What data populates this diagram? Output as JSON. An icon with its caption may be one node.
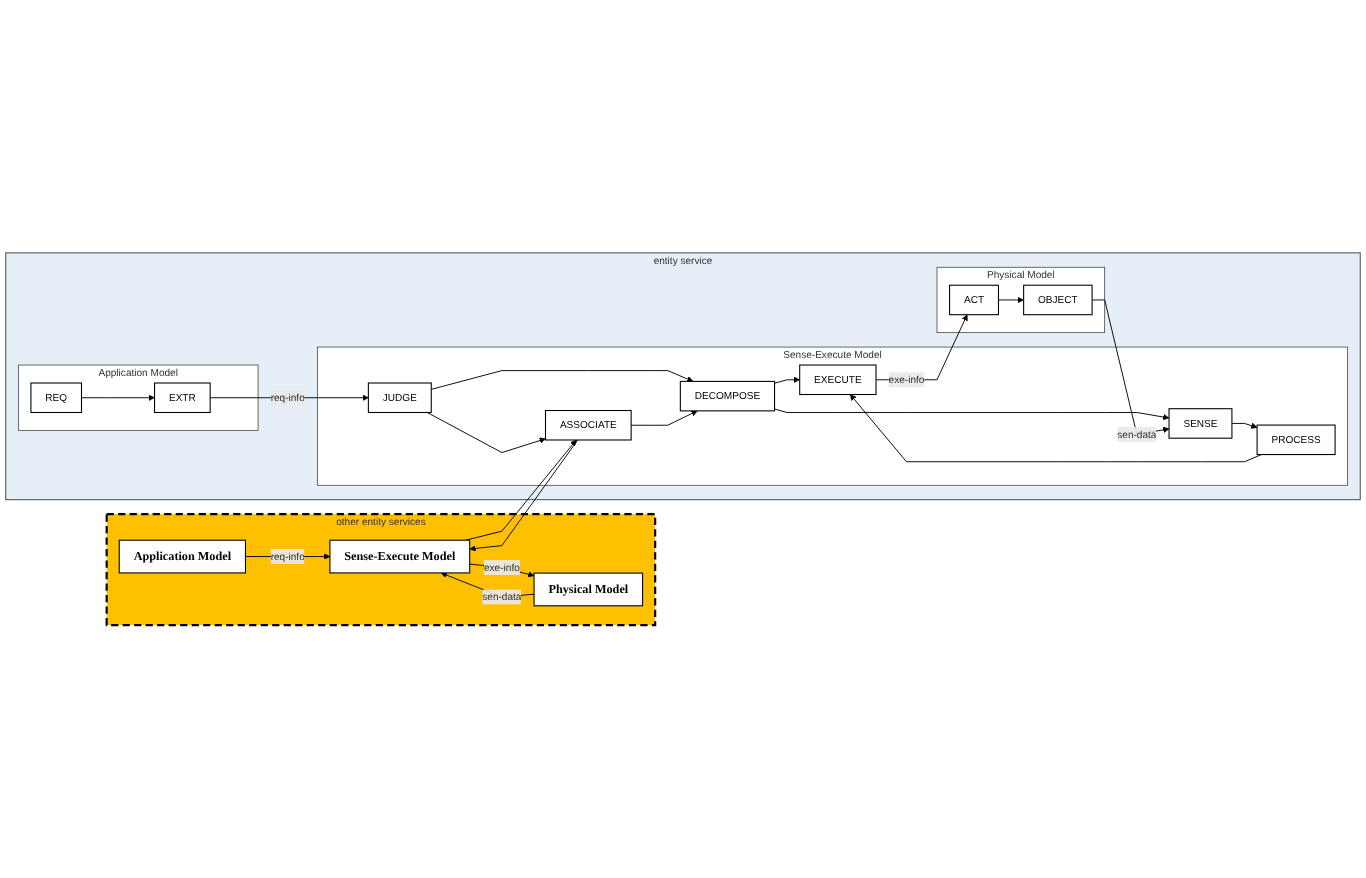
{
  "diagram": {
    "nodes": [
      {
        "text": [
          "other entity services"
        ]
      },
      {
        "text": [
          "Application Model"
        ],
        "in": 0
      },
      {
        "text": [
          "Sense-Execute Model"
        ],
        "in": 0
      },
      {
        "text": [
          "Physical Model"
        ],
        "in": 0
      },
      {
        "text": [
          "entity service"
        ]
      },
      {
        "text": [
          "Application Model"
        ],
        "in": 4
      },
      {
        "text": [
          "REQ"
        ],
        "in": 5
      },
      {
        "text": [
          "EXTR"
        ],
        "in": 5
      },
      {
        "text": [
          "Sense-Execute Model"
        ],
        "in": 4
      },
      {
        "text": [
          "JUDGE"
        ],
        "in": 8
      },
      {
        "text": [
          "ASSOCIATE"
        ],
        "in": 8
      },
      {
        "text": [
          "DECOMPOSE"
        ],
        "in": 8
      },
      {
        "text": [
          "EXECUTE"
        ],
        "in": 8
      },
      {
        "text": [
          "PROCESS"
        ],
        "in": 8
      },
      {
        "text": [
          "SENSE"
        ],
        "in": 8
      },
      {
        "text": [
          "Physical Model"
        ],
        "in": 4
      },
      {
        "text": [
          "ACT"
        ],
        "in": 15
      },
      {
        "text": [
          "OBJECT"
        ],
        "in": 15
      }
    ],
    "edges": [
      {
        "from": 1,
        "to": 2,
        "arrow": "to",
        "label": "req-info"
      },
      {
        "from": 2,
        "to": 3,
        "arrow": "to",
        "label": "exe-info"
      },
      {
        "from": 3,
        "to": 2,
        "arrow": "to",
        "label": "sen-data"
      },
      {
        "from": 10,
        "to": 2,
        "arrow": "to"
      },
      {
        "from": 2,
        "to": 10,
        "arrow": "to"
      },
      {
        "from": 6,
        "to": 7,
        "arrow": "to"
      },
      {
        "from": 7,
        "to": 9,
        "arrow": "to",
        "label": "req-info"
      },
      {
        "from": 9,
        "to": 10,
        "arrow": "to"
      },
      {
        "from": 9,
        "to": 11,
        "arrow": "to"
      },
      {
        "from": 10,
        "to": 11,
        "arrow": "to"
      },
      {
        "from": 11,
        "to": 12,
        "arrow": "to"
      },
      {
        "from": 11,
        "to": 14,
        "arrow": "to"
      },
      {
        "from": 14,
        "to": 13,
        "arrow": "to"
      },
      {
        "from": 13,
        "to": 12,
        "arrow": "to"
      },
      {
        "from": 12,
        "to": 16,
        "arrow": "to",
        "label": "exe-info"
      },
      {
        "from": 16,
        "to": 17,
        "arrow": "to"
      },
      {
        "from": 17,
        "to": 14,
        "arrow": "to",
        "label": "sen-data"
      }
    ]
  }
}
